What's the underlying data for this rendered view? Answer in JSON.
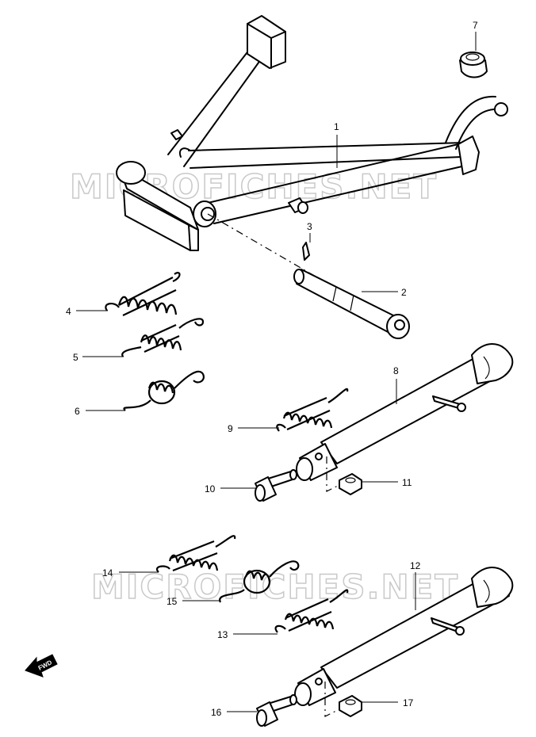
{
  "watermark": {
    "text": "MICROFICHES.NET",
    "color": "#c9c9c9"
  },
  "direction_marker": {
    "text": "FWD",
    "icon": "arrow-left-icon"
  },
  "callouts": [
    {
      "id": "1",
      "part": "center-stand"
    },
    {
      "id": "2",
      "part": "stand-shaft"
    },
    {
      "id": "3",
      "part": "cotter-pin"
    },
    {
      "id": "4",
      "part": "spring"
    },
    {
      "id": "5",
      "part": "spring"
    },
    {
      "id": "6",
      "part": "spring"
    },
    {
      "id": "7",
      "part": "stopper-cap"
    },
    {
      "id": "8",
      "part": "side-stand"
    },
    {
      "id": "9",
      "part": "spring"
    },
    {
      "id": "10",
      "part": "bolt"
    },
    {
      "id": "11",
      "part": "nut"
    },
    {
      "id": "12",
      "part": "side-stand"
    },
    {
      "id": "13",
      "part": "spring"
    },
    {
      "id": "14",
      "part": "spring"
    },
    {
      "id": "15",
      "part": "spring"
    },
    {
      "id": "16",
      "part": "bolt"
    },
    {
      "id": "17",
      "part": "nut"
    }
  ]
}
